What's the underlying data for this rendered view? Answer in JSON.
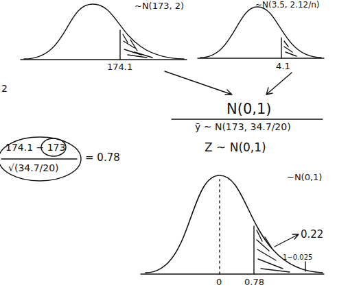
{
  "diagram": {
    "labels": [
      "~N(173, 2)",
      "174.1",
      "~N(3.5, 2.12/n)",
      "4.1",
      "N(0,1)",
      "ȳ ~ N(173, 34.7/20)",
      "Z ~ N(0,1)",
      "174.1 − 173",
      "√(34.7/20)",
      "= 0.78",
      "2",
      "~N(0,1)",
      "0.22",
      "1−0.025",
      "0",
      "0.78"
    ]
  }
}
